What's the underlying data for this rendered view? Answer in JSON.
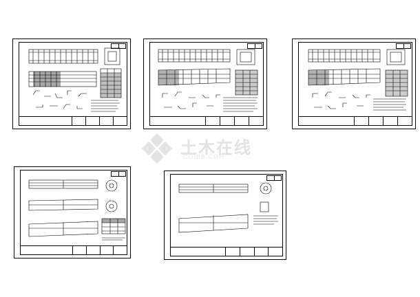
{
  "watermark": {
    "brand": "土木在线",
    "site": "COI88.COM",
    "logo_icon": "diamond-logo-icon"
  },
  "sheets": [
    {
      "id": "sheet-1",
      "tag": [
        "",
        ""
      ],
      "title_cells": [
        "",
        "",
        "",
        "",
        ""
      ]
    },
    {
      "id": "sheet-2",
      "tag": [
        "",
        ""
      ],
      "title_cells": [
        "",
        "",
        "",
        "",
        ""
      ]
    },
    {
      "id": "sheet-3",
      "tag": [
        "",
        ""
      ],
      "title_cells": [
        "",
        "",
        "",
        "",
        ""
      ]
    },
    {
      "id": "sheet-4",
      "tag": [
        "",
        ""
      ],
      "title_cells": [
        "",
        "",
        "",
        "",
        ""
      ]
    },
    {
      "id": "sheet-5",
      "tag": [
        "",
        ""
      ],
      "title_cells": [
        "",
        "",
        "",
        "",
        ""
      ]
    }
  ],
  "colors": {
    "line": "#000000",
    "watermark": "#e2e2e2"
  }
}
